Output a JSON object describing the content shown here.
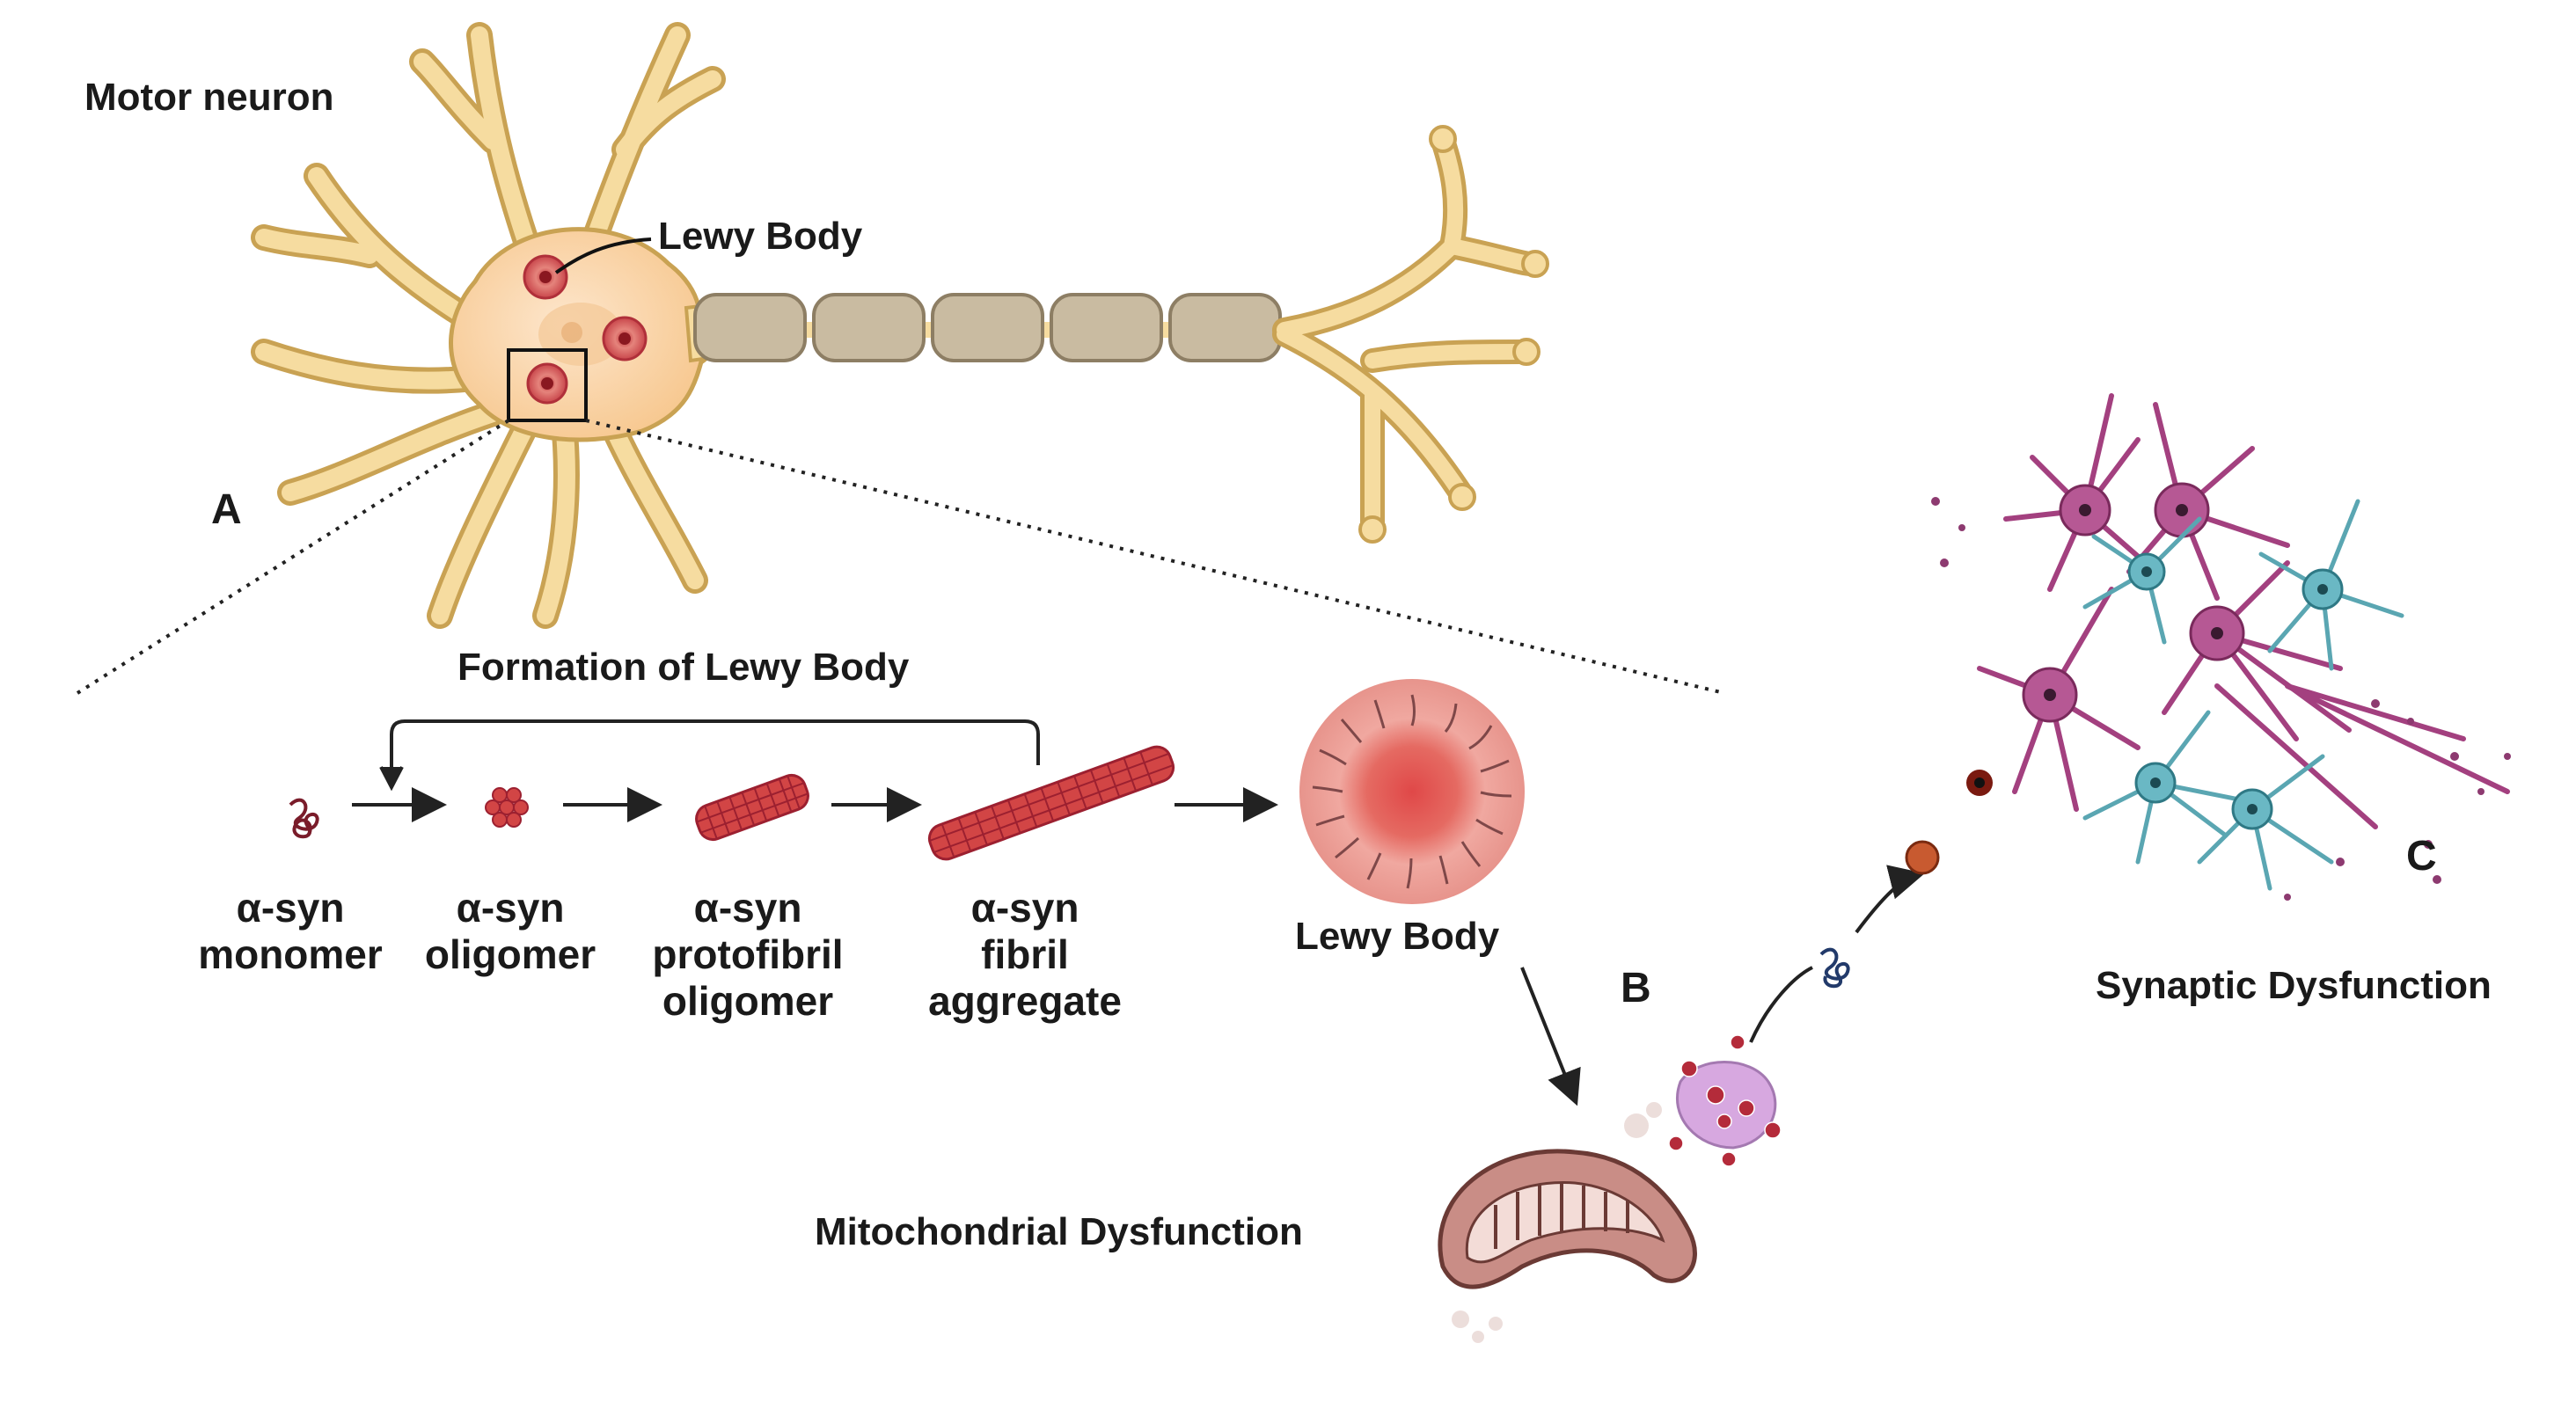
{
  "panel_a": {
    "title": "Motor neuron",
    "letter": "A",
    "lewy_label": "Lewy Body"
  },
  "formation": {
    "title": "Formation of Lewy Body",
    "steps": [
      {
        "line1": "α-syn",
        "line2": "monomer",
        "line3": ""
      },
      {
        "line1": "α-syn",
        "line2": "oligomer",
        "line3": ""
      },
      {
        "line1": "α-syn",
        "line2": "protofibril",
        "line3": "oligomer"
      },
      {
        "line1": "α-syn",
        "line2": "fibril",
        "line3": "aggregate"
      }
    ],
    "result_label": "Lewy Body"
  },
  "panel_b": {
    "letter": "B",
    "label": "Mitochondrial Dysfunction"
  },
  "panel_c": {
    "letter": "C",
    "label": "Synaptic Dysfunction"
  },
  "colors": {
    "neuron_fill": "#f6dca0",
    "neuron_stroke": "#c9a253",
    "soma_fill": "#fbe0c0",
    "myelin_fill": "#c9bba1",
    "myelin_stroke": "#8d7e64",
    "lewy_red": "#d2504f",
    "lewy_outer": "#e79a96",
    "particle_red": "#d24545",
    "mito_fill": "#c98d86",
    "mito_inner": "#f3dcd7",
    "purple_cell": "#a3407f",
    "teal_cell": "#5aa6b2"
  }
}
